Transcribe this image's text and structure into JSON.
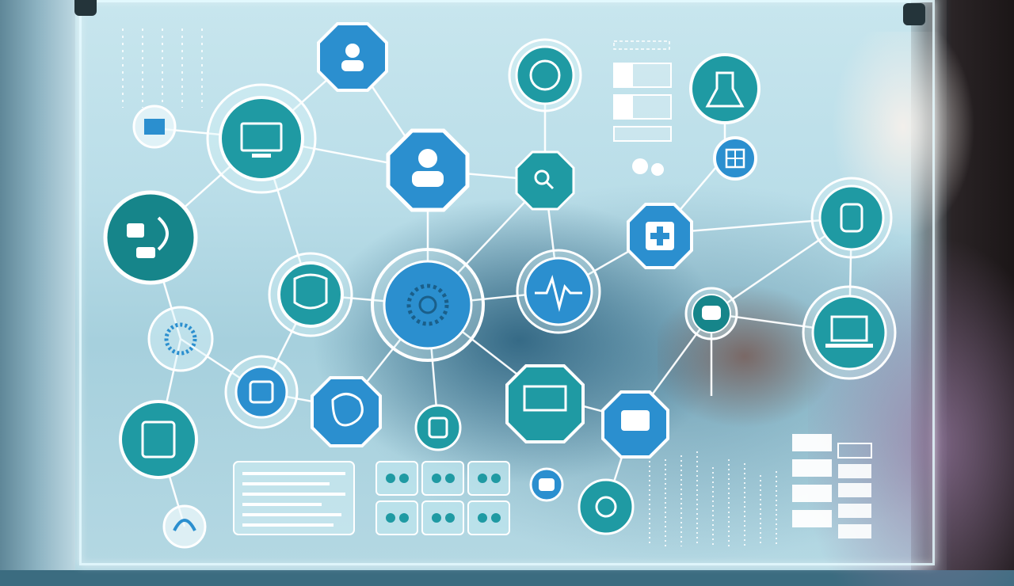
{
  "scene": {
    "colors": {
      "node_blue": "#2b8fcf",
      "node_teal": "#1f9aa3",
      "node_dark_teal": "#16858a",
      "ring": "#ffffff",
      "panel": "#bfe3ea"
    },
    "nodes": [
      {
        "id": "people-top",
        "icon": "people-icon",
        "style": "octagon",
        "color": "#2b8fcf"
      },
      {
        "id": "monitor-lab",
        "icon": "monitor-icon",
        "style": "circle",
        "color": "#1f9aa3"
      },
      {
        "id": "printer",
        "icon": "printer-icon",
        "style": "small-circle",
        "color": "#eaf6f9"
      },
      {
        "id": "doctor-people",
        "icon": "doctor-icon",
        "style": "octagon",
        "color": "#2b8fcf"
      },
      {
        "id": "brain-chart",
        "icon": "brain-icon",
        "style": "circle",
        "color": "#1f9aa3"
      },
      {
        "id": "search",
        "icon": "search-icon",
        "style": "octagon",
        "color": "#1f9aa3"
      },
      {
        "id": "stethoscope",
        "icon": "stethoscope-icon",
        "style": "circle",
        "color": "#16858a"
      },
      {
        "id": "faces",
        "icon": "face-icon",
        "style": "circle",
        "color": "#1f9aa3"
      },
      {
        "id": "virus-core",
        "icon": "virus-icon",
        "style": "circle",
        "color": "#2b8fcf"
      },
      {
        "id": "ecg",
        "icon": "heartbeat-icon",
        "style": "circle",
        "color": "#2b8fcf"
      },
      {
        "id": "medical-kit",
        "icon": "medkit-icon",
        "style": "octagon",
        "color": "#2b8fcf"
      },
      {
        "id": "lab-flask",
        "icon": "flask-icon",
        "style": "circle",
        "color": "#1f9aa3"
      },
      {
        "id": "grid-mini",
        "icon": "grid-icon",
        "style": "small-circle",
        "color": "#2b8fcf"
      },
      {
        "id": "microbe",
        "icon": "microbe-icon",
        "style": "circle",
        "color": "#7fc3d2"
      },
      {
        "id": "pharma",
        "icon": "pill-icon",
        "style": "circle",
        "color": "#1f9aa3"
      },
      {
        "id": "organ",
        "icon": "organ-icon",
        "style": "octagon",
        "color": "#2b8fcf"
      },
      {
        "id": "report",
        "icon": "report-icon",
        "style": "octagon",
        "color": "#1f9aa3"
      },
      {
        "id": "hospital-bed",
        "icon": "bed-icon",
        "style": "octagon",
        "color": "#2b8fcf"
      },
      {
        "id": "laptop-chart",
        "icon": "laptop-icon",
        "style": "circle",
        "color": "#1f9aa3"
      },
      {
        "id": "hands",
        "icon": "hands-icon",
        "style": "circle",
        "color": "#16858a"
      },
      {
        "id": "teeth",
        "icon": "tooth-icon",
        "style": "circle",
        "color": "#1f9aa3"
      },
      {
        "id": "chat",
        "icon": "chat-icon",
        "style": "octagon",
        "color": "#2b8fcf"
      },
      {
        "id": "pills-small",
        "icon": "capsule-icon",
        "style": "circle",
        "color": "#1f9aa3"
      },
      {
        "id": "robot",
        "icon": "robot-icon",
        "style": "circle",
        "color": "#2b8fcf"
      },
      {
        "id": "headset",
        "icon": "headset-icon",
        "style": "circle",
        "color": "#eaf6f9"
      }
    ]
  }
}
